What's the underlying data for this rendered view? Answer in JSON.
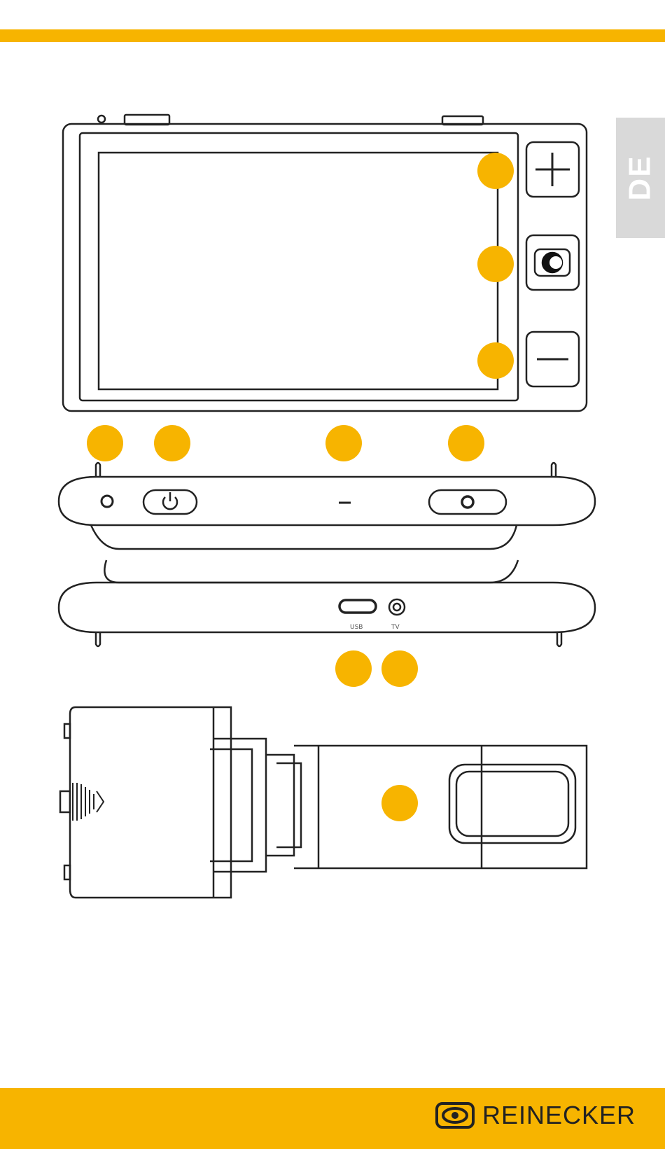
{
  "page": {
    "language_tab": "DE",
    "accent_color": "#f7b400",
    "tab_color": "#d9d9d9"
  },
  "device_front": {
    "buttons": [
      {
        "name": "zoom-in",
        "icon": "plus-icon"
      },
      {
        "name": "mode",
        "icon": "contrast-mode-icon"
      },
      {
        "name": "zoom-out",
        "icon": "minus-icon"
      }
    ]
  },
  "device_bottom": {
    "port_labels": {
      "usb": "USB",
      "tv": "TV"
    }
  },
  "brand": {
    "name": "REINECKER",
    "icon": "reinecker-logo-icon"
  }
}
